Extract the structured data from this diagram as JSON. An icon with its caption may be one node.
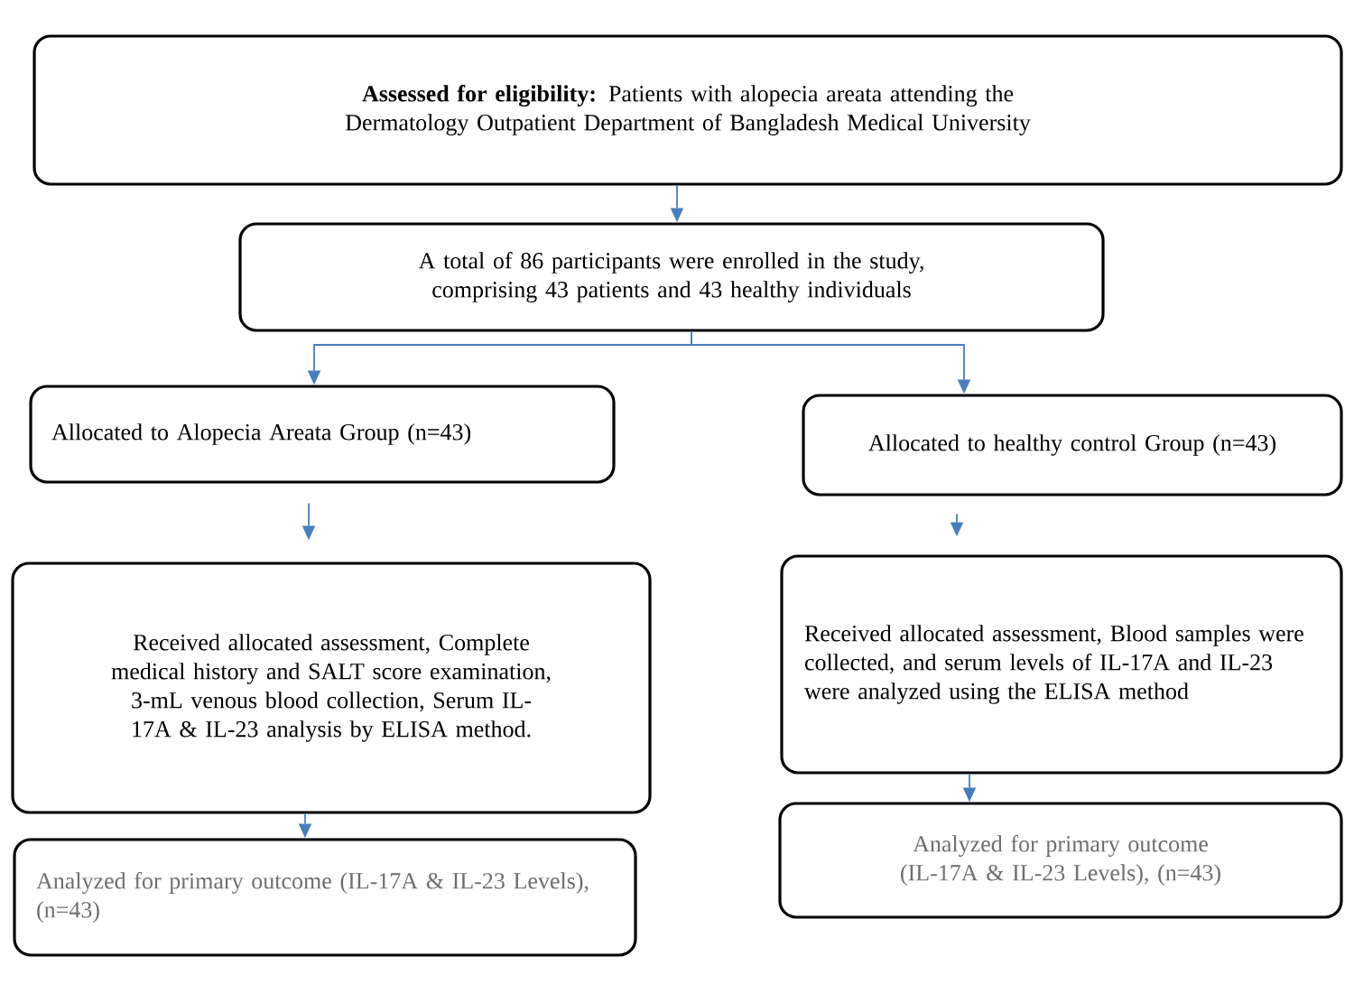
{
  "diagram": {
    "nodes": [
      {
        "text": [
          "**Assessed for eligibility:** Patients with alopecia areata attending the Dermatology Outpatient Department of Bangladesh Medical University"
        ]
      },
      {
        "text": [
          "A total of 86 participants were enrolled in the study, comprising 43 patients and 43 healthy individuals"
        ]
      },
      {
        "text": [
          "Allocated to Alopecia Areata Group (n=43)"
        ]
      },
      {
        "text": [
          "Allocated to healthy control Group (n=43)"
        ]
      },
      {
        "text": [
          "Received allocated assessment, Complete medical history and SALT score examination, 3-mL venous blood collection, Serum IL-17A & IL-23 analysis by ELISA method."
        ]
      },
      {
        "text": [
          "Received allocated assessment, Blood samples were collected, and serum levels of IL-17A and IL-23 were analyzed using the ELISA method"
        ]
      },
      {
        "text": [
          "Analyzed for primary outcome (IL-17A & IL-23 Levels), (n=43)"
        ]
      },
      {
        "text": [
          "Analyzed for primary outcome (IL-17A & IL-23 Levels), (n=43)"
        ]
      }
    ],
    "edges": [
      {
        "from": 0,
        "to": 1,
        "arrow": "to"
      },
      {
        "from": 1,
        "to": 2,
        "arrow": "to"
      },
      {
        "from": 1,
        "to": 3,
        "arrow": "to"
      },
      {
        "from": 2,
        "to": 4,
        "arrow": "to"
      },
      {
        "from": 3,
        "to": 5,
        "arrow": "to"
      },
      {
        "from": 4,
        "to": 6,
        "arrow": "to"
      },
      {
        "from": 5,
        "to": 7,
        "arrow": "to"
      }
    ]
  }
}
